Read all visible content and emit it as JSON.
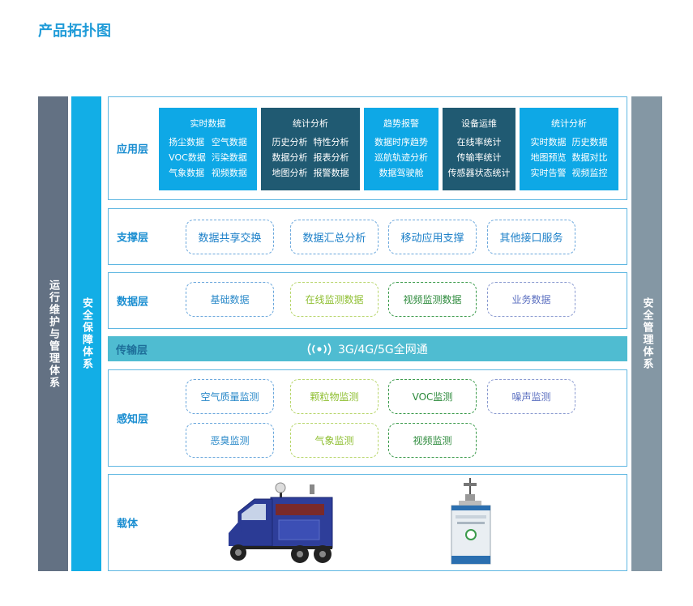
{
  "title": "产品拓扑图",
  "side_left": "运行维护与管理体系",
  "side_security": "安全保障体系",
  "side_right": "安全管理体系",
  "layers": {
    "app": {
      "name": "应用层",
      "boxes": [
        {
          "header": "实时数据",
          "items": [
            "扬尘数据",
            "空气数据",
            "VOC数据",
            "污染数据",
            "气象数据",
            "视频数据"
          ]
        },
        {
          "header": "统计分析",
          "items": [
            "历史分析",
            "特性分析",
            "数据分析",
            "报表分析",
            "地图分析",
            "报警数据"
          ]
        },
        {
          "header": "趋势报警",
          "items": [
            "数据时序趋势",
            "巡航轨迹分析",
            "数据驾驶舱"
          ]
        },
        {
          "header": "设备运维",
          "items": [
            "在线率统计",
            "传输率统计",
            "传感器状态统计"
          ]
        },
        {
          "header": "统计分析",
          "items": [
            "实时数据",
            "历史数据",
            "地图预览",
            "数据对比",
            "实时告警",
            "视频监控"
          ]
        }
      ]
    },
    "support": {
      "name": "支撑层",
      "items": [
        "数据共享交换",
        "数据汇总分析",
        "移动应用支撑",
        "其他接口服务"
      ]
    },
    "data": {
      "name": "数据层",
      "items": [
        "基础数据",
        "在线监测数据",
        "视频监测数据",
        "业务数据"
      ]
    },
    "transport": {
      "name": "传输层",
      "network": "3G/4G/5G全网通",
      "icon": "wireless-signal-icon"
    },
    "sense": {
      "name": "感知层",
      "items": [
        "空气质量监测",
        "颗粒物监测",
        "VOC监测",
        "噪声监测",
        "恶臭监测",
        "气象监测",
        "视频监测"
      ]
    },
    "carrier": {
      "name": "载体"
    }
  }
}
